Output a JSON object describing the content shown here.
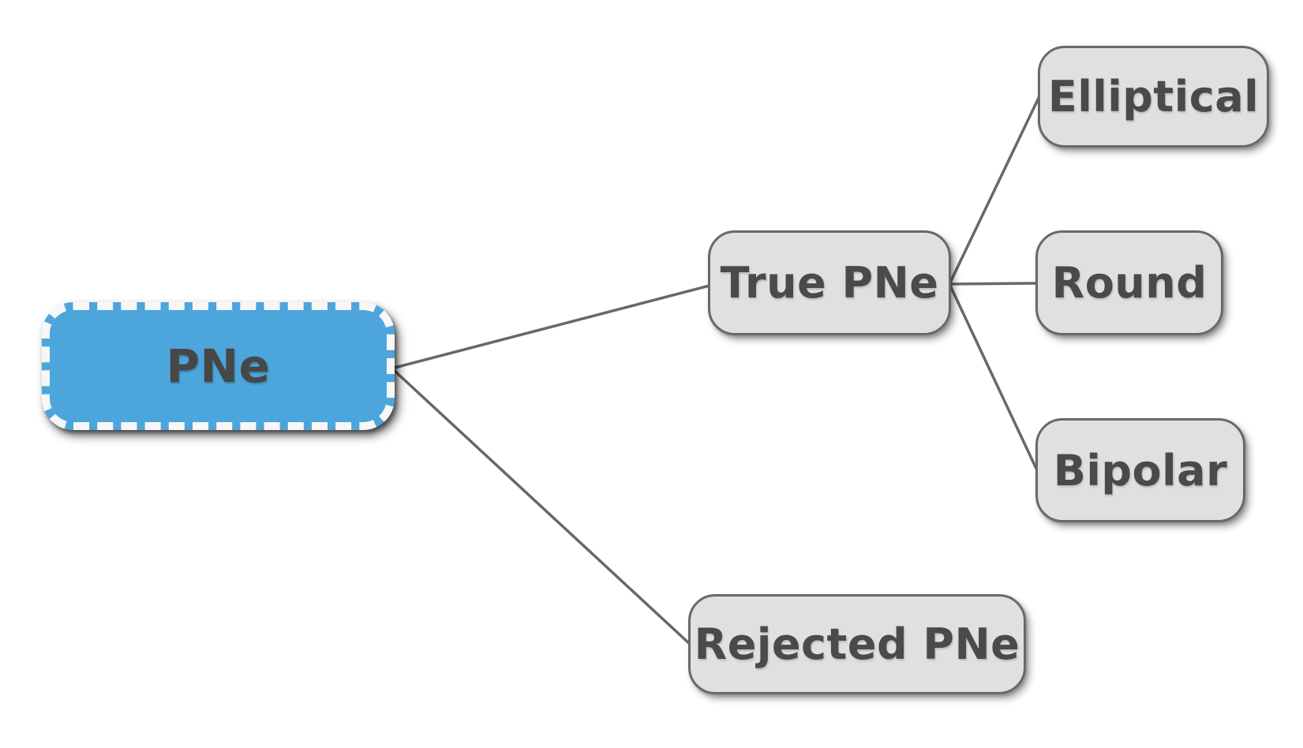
{
  "diagram": {
    "type": "mindmap",
    "background": "#ffffff",
    "nodes": {
      "root": {
        "label": "PNe",
        "selected": true
      },
      "true_pne": {
        "label": "True PNe"
      },
      "rejected_pne": {
        "label": "Rejected PNe"
      },
      "elliptical": {
        "label": "Elliptical"
      },
      "round": {
        "label": "Round"
      },
      "bipolar": {
        "label": "Bipolar"
      }
    },
    "edges": [
      {
        "from": "PNe",
        "to": "True PNe"
      },
      {
        "from": "PNe",
        "to": "Rejected PNe"
      },
      {
        "from": "True PNe",
        "to": "Elliptical"
      },
      {
        "from": "True PNe",
        "to": "Round"
      },
      {
        "from": "True PNe",
        "to": "Bipolar"
      }
    ],
    "colors": {
      "root_fill": "#4da6db",
      "root_border": "#f7f7f7",
      "node_fill": "#e0e0e0",
      "node_border": "#696969",
      "node_text": "#4a4a4a",
      "edge": "#686868"
    }
  }
}
